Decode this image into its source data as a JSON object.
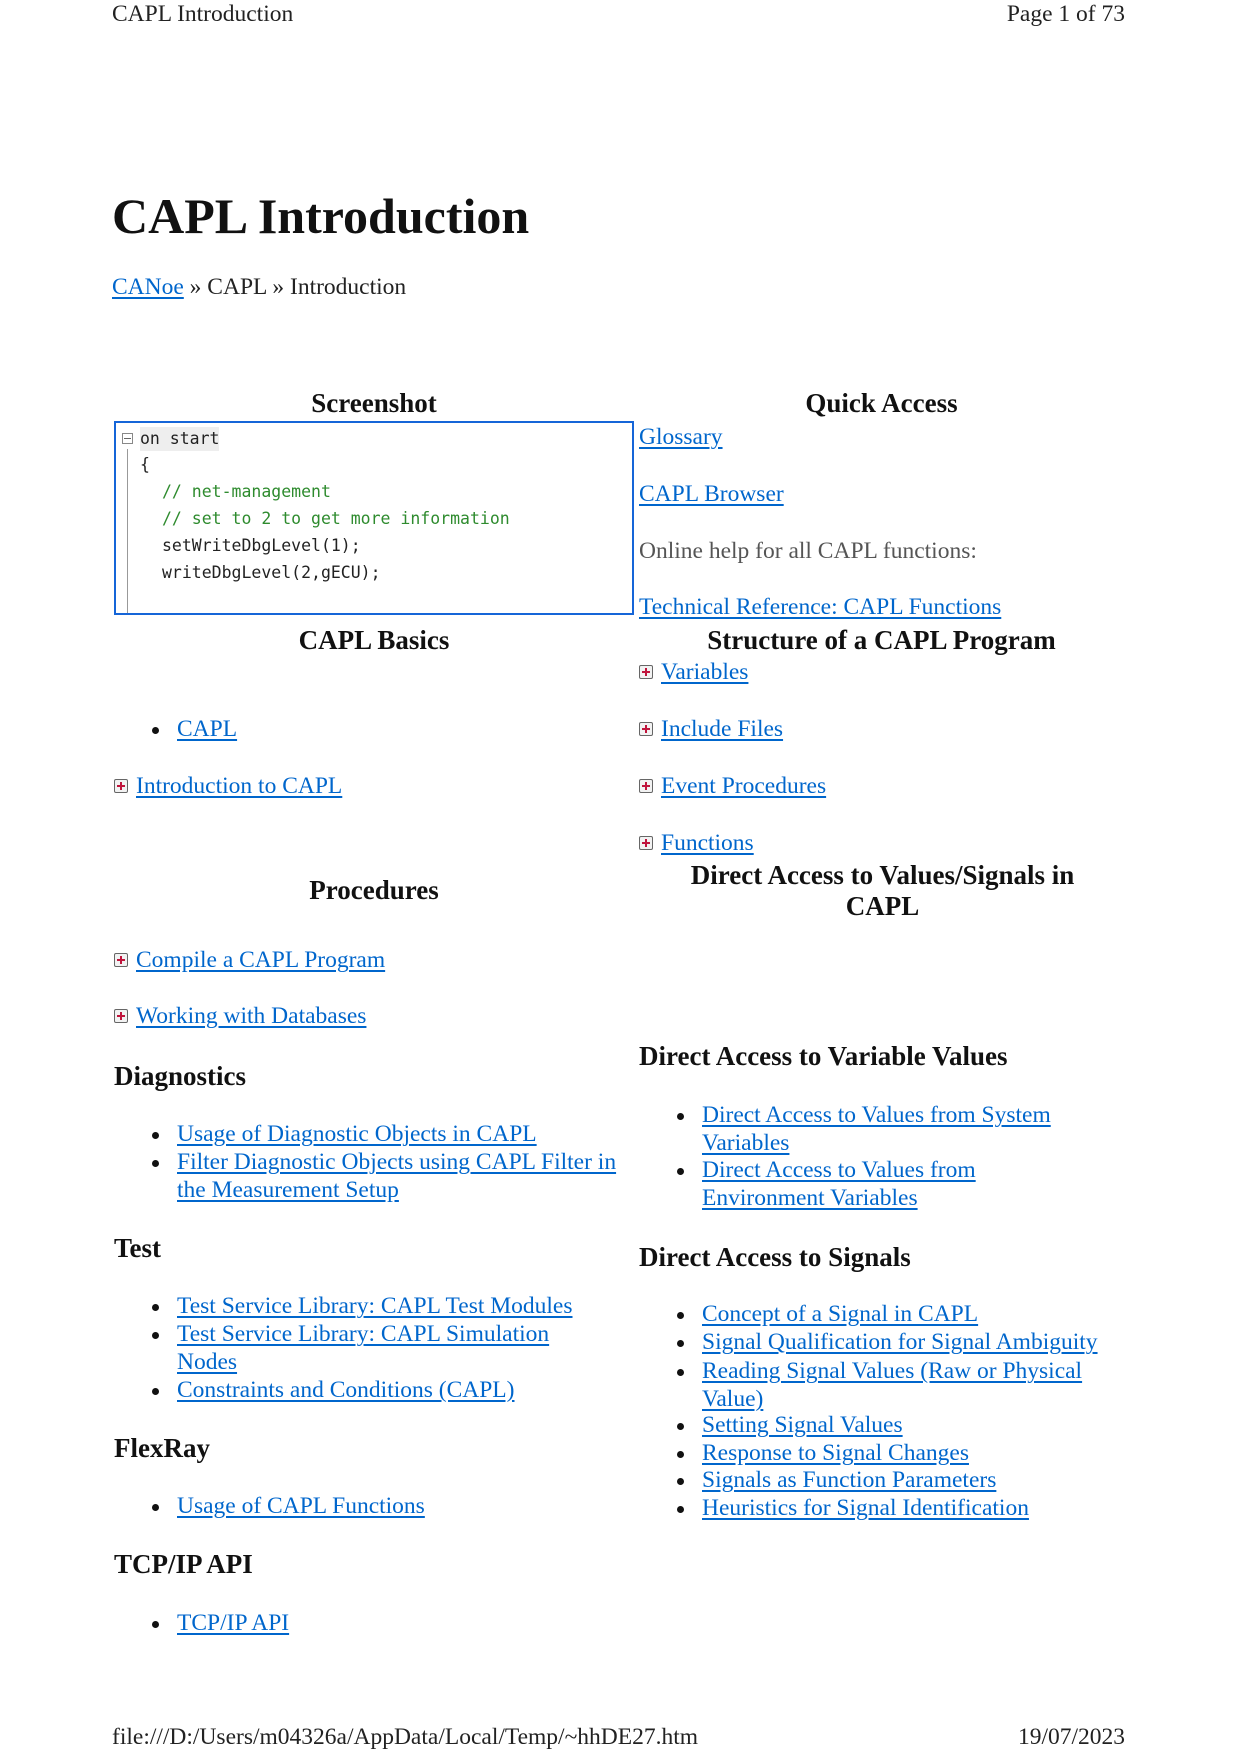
{
  "header": {
    "title": "CAPL Introduction",
    "page": "Page 1 of 73"
  },
  "title": "CAPL Introduction",
  "breadcrumb": {
    "root": "CANoe",
    "sep1": "»",
    "mid": "CAPL",
    "sep2": "»",
    "current": "Introduction"
  },
  "screenshot": {
    "heading": "Screenshot",
    "code": [
      "on start",
      "{",
      "// net-management",
      "// set to 2 to get more information",
      "setWriteDbgLevel(1);",
      "writeDbgLevel(2,gECU);"
    ]
  },
  "quick_access": {
    "heading": "Quick Access",
    "glossary": "Glossary",
    "browser": "CAPL Browser",
    "online_help": "Online help for all CAPL functions:",
    "tech_ref": "Technical Reference: CAPL Functions"
  },
  "basics": {
    "heading": "CAPL Basics",
    "bullet": "CAPL",
    "intro": "Introduction to CAPL"
  },
  "structure": {
    "heading": "Structure of a CAPL Program",
    "items": [
      "Variables",
      "Include Files",
      "Event Procedures",
      "Functions"
    ]
  },
  "direct_access": {
    "heading": "Direct Access to Values/Signals in CAPL",
    "variables": {
      "heading": "Direct Access to Variable Values",
      "items": [
        "Direct Access to Values from System Variables",
        "Direct Access to Values from Environment Variables"
      ]
    },
    "signals": {
      "heading": "Direct Access to Signals",
      "items": [
        "Concept of a Signal in CAPL",
        "Signal Qualification for Signal Ambiguity",
        "Reading Signal Values (Raw or Physical Value)",
        "Setting Signal Values",
        "Response to Signal Changes",
        "Signals as Function Parameters",
        "Heuristics for Signal Identification"
      ]
    }
  },
  "procedures": {
    "heading": "Procedures",
    "items": [
      "Compile a CAPL Program",
      "Working with Databases"
    ]
  },
  "diagnostics": {
    "heading": "Diagnostics",
    "items": [
      "Usage of Diagnostic Objects in CAPL",
      "Filter Diagnostic Objects using CAPL Filter in the Measurement Setup"
    ]
  },
  "test": {
    "heading": "Test",
    "items": [
      "Test Service Library: CAPL Test Modules",
      "Test Service Library: CAPL Simulation Nodes",
      "Constraints and Conditions (CAPL)"
    ]
  },
  "flexray": {
    "heading": "FlexRay",
    "items": [
      "Usage of CAPL Functions"
    ]
  },
  "tcpip": {
    "heading": "TCP/IP API",
    "items": [
      "TCP/IP API"
    ]
  },
  "footer": {
    "path": "file:///D:/Users/m04326a/AppData/Local/Temp/~hhDE27.htm",
    "date": "19/07/2023"
  }
}
